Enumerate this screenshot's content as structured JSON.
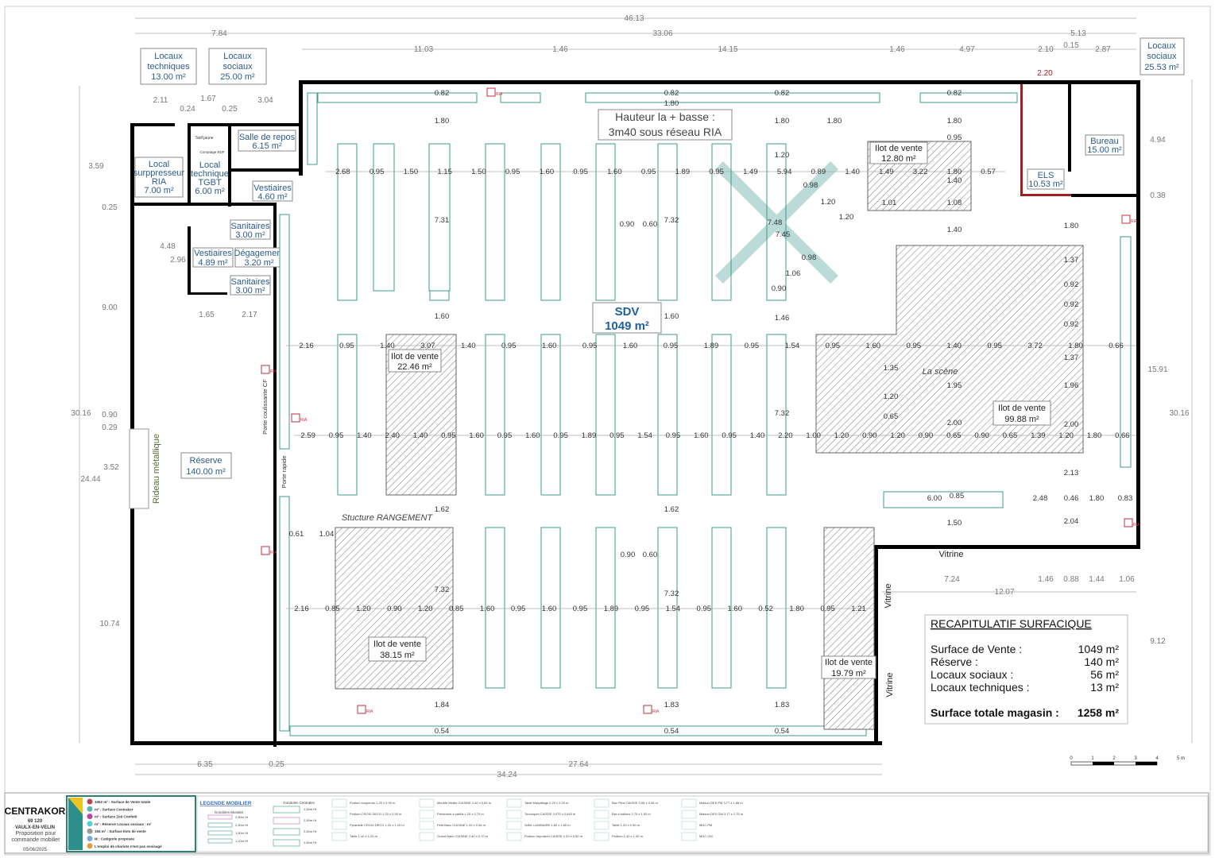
{
  "plan": {
    "overall_width": "46.13",
    "overall_height": "30.16",
    "top_dims": [
      "7.84",
      "33.06",
      "5.13",
      "11.03",
      "1.46",
      "14.15",
      "1.46",
      "4.97",
      "2.10",
      "0.15",
      "2.87",
      "2.20"
    ],
    "left_dims": [
      "2.11",
      "1.67",
      "3.04",
      "0.24",
      "0.25",
      "3.59",
      "0.25",
      "4.48",
      "2.96",
      "1.65",
      "2.17",
      "9.00",
      "0.90",
      "0.29",
      "3.52",
      "24.44",
      "10.74"
    ],
    "bottom_dims": [
      "6.35",
      "0.25",
      "27.64",
      "34.24",
      "12.07",
      "7.24",
      "1.46",
      "0.88",
      "1.44",
      "1.06"
    ],
    "right_dims": [
      "4.94",
      "0.38",
      "15.91",
      "30.16",
      "9.12",
      "5.13"
    ],
    "aisle_row1": [
      "2.68",
      "0.95",
      "1.50",
      "1.15",
      "1.50",
      "0.95",
      "1.60",
      "0.95",
      "1.60",
      "0.95",
      "1.89",
      "0.95",
      "1.49",
      "5.94",
      "0.89",
      "1.40",
      "1.49",
      "3.22",
      "1.80",
      "0.57"
    ],
    "aisle_row2": [
      "2.16",
      "0.95",
      "1.40",
      "3.07",
      "1.40",
      "0.95",
      "1.60",
      "0.95",
      "1.60",
      "0.95",
      "1.89",
      "0.95",
      "1.54",
      "0.95",
      "1.60",
      "0.95",
      "1.40",
      "0.95",
      "3.72",
      "1.80",
      "0.66"
    ],
    "aisle_row3": [
      "2.59",
      "0.95",
      "1.40",
      "2.40",
      "1.40",
      "0.95",
      "1.60",
      "0.95",
      "1.60",
      "0.95",
      "1.89",
      "0.95",
      "1.54",
      "0.95",
      "1.60",
      "0.95",
      "1.40",
      "2.20",
      "1.00",
      "1.20",
      "0.90",
      "1.20",
      "0.90",
      "0.65",
      "0.90",
      "0.65",
      "1.39",
      "1.20",
      "1.80",
      "0.66"
    ],
    "aisle_row4": [
      "2.16",
      "0.85",
      "1.20",
      "0.90",
      "1.20",
      "0.85",
      "1.60",
      "0.95",
      "1.60",
      "0.95",
      "1.89",
      "0.95",
      "1.54",
      "0.95",
      "1.60",
      "0.52",
      "1.80",
      "0.95",
      "1.21"
    ],
    "vertical_dims": [
      "0.82",
      "0.82",
      "0.82",
      "0.82",
      "1.80",
      "1.80",
      "1.80",
      "1.80",
      "1.80",
      "7.31",
      "7.32",
      "7.48",
      "7.45",
      "1.60",
      "1.60",
      "1.46",
      "1.62",
      "1.62",
      "7.32",
      "7.32",
      "7.32",
      "1.84",
      "1.83",
      "1.83",
      "0.54",
      "0.54",
      "0.54",
      "0.90",
      "0.60",
      "0.90",
      "0.60",
      "1.20",
      "0.98",
      "1.20",
      "1.20",
      "0.98",
      "1.06",
      "0.90",
      "1.40",
      "1.40",
      "1.37",
      "0.92",
      "0.92",
      "0.92",
      "1.37",
      "1.35",
      "1.20",
      "1.95",
      "1.96",
      "0.65",
      "2.00",
      "2.00",
      "1.80",
      "2.13",
      "2.04",
      "1.50",
      "6.00",
      "0.85",
      "2.48",
      "0.46",
      "1.80",
      "0.83",
      "0.61",
      "1.04",
      "1.01",
      "1.08",
      "0.95"
    ],
    "rooms": {
      "locaux_tech": {
        "l1": "Locaux",
        "l2": "techniques",
        "l3": "13.00 m²"
      },
      "locaux_soc1": {
        "l1": "Locaux",
        "l2": "sociaux",
        "l3": "25.00 m²"
      },
      "locaux_soc2": {
        "l1": "Locaux",
        "l2": "sociaux",
        "l3": "25.53 m²"
      },
      "local_ria": {
        "l1": "Local",
        "l2": "surppresseur",
        "l3": "RIA",
        "l4": "7.00 m²"
      },
      "local_tgbt": {
        "l1": "Local",
        "l2": "technique",
        "l3": "TGBT",
        "l4": "6.00 m²"
      },
      "tarif_jaune": "Tarif jaune",
      "comptage": "Comptage EDF",
      "salle_repos": {
        "l1": "Salle de repos",
        "l2": "6.15 m²"
      },
      "vestiaires1": {
        "l1": "Vestiaires",
        "l2": "4.60 m²"
      },
      "sanitaires1": {
        "l1": "Sanitaires",
        "l2": "3.00 m²"
      },
      "vestiaires2": {
        "l1": "Vestiaires",
        "l2": "4.89 m²"
      },
      "degagement": {
        "l1": "Dégagement",
        "l2": "3.20 m²"
      },
      "sanitaires2": {
        "l1": "Sanitaires",
        "l2": "3.00 m²"
      },
      "reserve": {
        "l1": "Réserve",
        "l2": "140.00 m²"
      },
      "rideau": "Rideau métallique",
      "porte_coulissante": "Porte coulissante CF",
      "porte_rapide": "Porte rapide",
      "bureau": {
        "l1": "Bureau",
        "l2": "15.00 m²"
      },
      "els": {
        "l1": "ELS",
        "l2": "10.53 m²"
      },
      "hauteur": {
        "l1": "Hauteur la + basse :",
        "l2": "3m40 sous réseau RIA"
      },
      "sdv": {
        "l1": "SDV",
        "l2": "1049 m²"
      },
      "ilot1": {
        "l1": "Ilot de vente",
        "l2": "12.80 m²"
      },
      "ilot2": {
        "l1": "Ilot de vente",
        "l2": "22.46 m²"
      },
      "ilot3": {
        "l1": "Ilot de vente",
        "l2": "99.88 m²"
      },
      "ilot4": {
        "l1": "Ilot de vente",
        "l2": "38.15 m²"
      },
      "ilot5": {
        "l1": "Ilot de vente",
        "l2": "19.79 m²"
      },
      "scene": "La scène",
      "structure": "Stucture  RANGEMENT",
      "vitrine": "Vitrine",
      "ria": "RIA",
      "m": "M"
    },
    "scale": [
      "0",
      "1",
      "2",
      "3",
      "4",
      "5 m"
    ]
  },
  "recap": {
    "title": "RECAPITULATIF SURFACIQUE",
    "rows": [
      {
        "label": "Surface de Vente :",
        "value": "1049 m²"
      },
      {
        "label": "Réserve :",
        "value": "140 m²"
      },
      {
        "label": "Locaux sociaux :",
        "value": "56 m²"
      },
      {
        "label": "Locaux techniques :",
        "value": "13 m²"
      }
    ],
    "total": {
      "label": "Surface totale magasin :",
      "value": "1258 m²"
    }
  },
  "titleblock": {
    "brand": "CENTRAKOR",
    "postcode": "69 120",
    "city": "VAULX-EN-VELIN",
    "meta": "Proposition pour commande mobilier",
    "date": "05/06/2025",
    "legend_areas": [
      {
        "text": "1052 m² : Surface de Vente totale",
        "color": "#b5464d"
      },
      {
        "text": "m² : Surface Centrakor",
        "color": "#5fb3a8"
      },
      {
        "text": "m² : Surface Zoé Confetti",
        "color": "#b545a6"
      },
      {
        "text": "m² : Réserve        Locaux sociaux :   m²",
        "color": "#4fd0d8"
      },
      {
        "text": "194 m² : Surface Ilots de vente",
        "color": "#999999"
      },
      {
        "text": "M    : Catégorie proposée",
        "color": "#7aa9d4"
      },
      {
        "text": "L'emploi de chariots n'est pas envisagé",
        "color": "#e59a3a"
      }
    ],
    "mobilier_title": "LEGENDE MOBILIER",
    "murales_title": "Gondoles Murales",
    "centrales_title": "Gondoles Centrales",
    "murales": [
      "2,50m Ht",
      "2,50m Ht",
      "1,50m Ht",
      "1,20m Ht"
    ],
    "centrales": [
      "1,50m Ht",
      "2,50m Ht",
      "2,50m Ht",
      "1,50m Ht"
    ],
    "items": [
      "Podium suspendu 1,20 x 0,90 m",
      "Podium CROIX DECO 1,20 x 0,90 m",
      "Pyramide CROIX DECO 1,20 x 1,20 m",
      "Table 1,40 x 1,20 m",
      "Meuble Metier CUISINE 2,40 x 0,82 m",
      "Présentoir à paëlla 1,25 x 0,70 m",
      "Petit Banc CUISINE 1,20 x 0,45 m",
      "Grand Banc CUISINE 2,40 x 0,70 m",
      "Table Maquillage 2,20 x 2,20 m",
      "Tourniquet CAISSE 0,975 x 0,645 m",
      "Grille LUMINAIRE 1,80 x 1,80 m",
      "Podium Impulsion CAISSE 1,20 x 0,50 m",
      "Bac Plexi CAISSE 0,95 x 0,45 m",
      "Bar à ballons 2,70 x 1,90 m",
      "Table 1,20 x 0,90 m",
      "Podium 1,40 x 1,00 m",
      "Maison DES PM 3,77 x 1,85 m",
      "Maison DES GM 3,77 x 2,76 m",
      "MDC PM",
      "MDC GM"
    ]
  },
  "colors": {
    "gondola": "#3c9a8e",
    "wall": "#000000",
    "room_text": "#2a5b8a",
    "ria": "#c0303a",
    "els_wall": "#a02020"
  }
}
